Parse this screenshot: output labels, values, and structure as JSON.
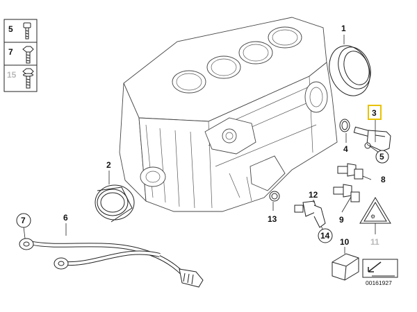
{
  "diagram": {
    "drawing_number": "00161927",
    "legend": [
      {
        "number": "5",
        "icon": "screw-icon"
      },
      {
        "number": "7",
        "icon": "hex-bolt-icon"
      },
      {
        "number": "15",
        "icon": "collar-bolt-icon"
      }
    ],
    "callouts": {
      "c1": "1",
      "c2": "2",
      "c3": "3",
      "c4": "4",
      "c5": "5",
      "c6": "6",
      "c7": "7",
      "c8": "8",
      "c9": "9",
      "c10": "10",
      "c11": "11",
      "c12": "12",
      "c13": "13",
      "c14": "14"
    },
    "colors": {
      "highlight": "#e8c200",
      "line": "#222222",
      "dim_label": "#b8b8b8"
    }
  }
}
